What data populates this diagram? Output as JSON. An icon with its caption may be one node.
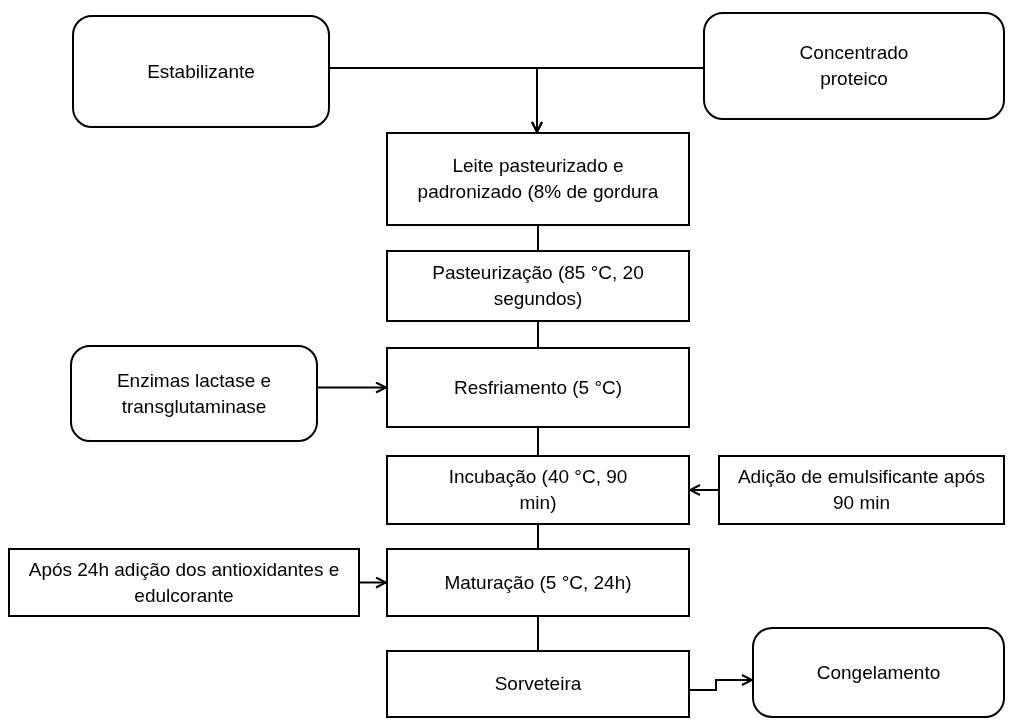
{
  "diagram": {
    "nodes": [
      {
        "text": [
          "Estabilizante"
        ]
      },
      {
        "text": [
          "Concentrado proteico"
        ]
      },
      {
        "text": [
          "Leite pasteurizado e padronizado (8% de gordura"
        ]
      },
      {
        "text": [
          "Pasteurização (85 °C, 20 segundos)"
        ]
      },
      {
        "text": [
          "Enzimas lactase e transglutaminase"
        ]
      },
      {
        "text": [
          "Resfriamento (5 °C)"
        ]
      },
      {
        "text": [
          "Incubação (40 °C, 90 min)"
        ]
      },
      {
        "text": [
          "Adição de emulsificante após 90 min"
        ]
      },
      {
        "text": [
          "Após 24h adição dos antioxidantes e edulcorante"
        ]
      },
      {
        "text": [
          "Maturação (5 °C, 24h)"
        ]
      },
      {
        "text": [
          "Sorveteira"
        ]
      },
      {
        "text": [
          "Congelamento"
        ]
      }
    ],
    "edges": [
      {
        "from": 0,
        "to": 2,
        "arrow": "to"
      },
      {
        "from": 1,
        "to": 2,
        "arrow": "to"
      },
      {
        "from": 2,
        "to": 3,
        "arrow": "none"
      },
      {
        "from": 3,
        "to": 5,
        "arrow": "none"
      },
      {
        "from": 4,
        "to": 5,
        "arrow": "to"
      },
      {
        "from": 5,
        "to": 6,
        "arrow": "none"
      },
      {
        "from": 7,
        "to": 6,
        "arrow": "to"
      },
      {
        "from": 6,
        "to": 9,
        "arrow": "none"
      },
      {
        "from": 8,
        "to": 9,
        "arrow": "to"
      },
      {
        "from": 9,
        "to": 10,
        "arrow": "none"
      },
      {
        "from": 10,
        "to": 11,
        "arrow": "to"
      }
    ]
  }
}
